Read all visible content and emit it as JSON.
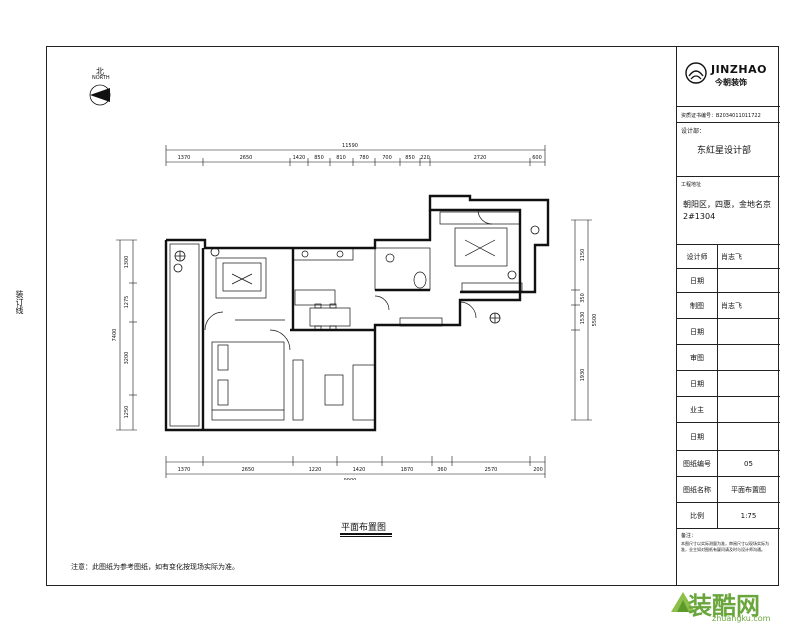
{
  "brand": {
    "name": "JINZHAO",
    "sub": "今朝装饰"
  },
  "license": "资质证书编号：B2034011011722",
  "design_dept_label": "设计部：",
  "design_dept": "东紅星设计部",
  "project_label": "工程地址",
  "project_address": "朝阳区，四惠，金地名京2#1304",
  "fields": [
    {
      "label": "设计师",
      "value": "肖志飞"
    },
    {
      "label": "日期",
      "value": ""
    },
    {
      "label": "制图",
      "value": "肖志飞"
    },
    {
      "label": "日期",
      "value": ""
    },
    {
      "label": "审图",
      "value": ""
    },
    {
      "label": "日期",
      "value": ""
    },
    {
      "label": "业主",
      "value": ""
    },
    {
      "label": "日期",
      "value": ""
    },
    {
      "label": "图纸编号",
      "value": "05"
    },
    {
      "label": "图纸名称",
      "value": "平面布置图"
    },
    {
      "label": "比例",
      "value": "1:75"
    }
  ],
  "remark_label": "备注：",
  "remark_text": "本图尺寸以实际测量为准，审阅尺寸以现场实际为准，业主如对图纸有疑问请及时与设计师沟通。",
  "side_label": "装订线",
  "compass": {
    "cn": "北",
    "en": "NORTH"
  },
  "plan_title": "平面布置图",
  "note": "注意：此图纸为参考图纸，如有变化按现场实际为准。",
  "dims_top": {
    "total": "11590",
    "parts": [
      "1370",
      "2650",
      "1420",
      "850",
      "810",
      "780",
      "700",
      "850",
      "220",
      "2720",
      "600"
    ]
  },
  "dims_bottom": {
    "total": "9900",
    "parts": [
      "1370",
      "2650",
      "1220",
      "1420",
      "1870",
      "360",
      "2570",
      "200"
    ]
  },
  "dims_left": [
    "1300",
    "1275",
    "7400",
    "3200",
    "1250"
  ],
  "dims_right": [
    "1150",
    "5500",
    "350",
    "1530",
    "1930"
  ],
  "watermark": {
    "text": "装酷网",
    "url": "zhuangku.com"
  }
}
